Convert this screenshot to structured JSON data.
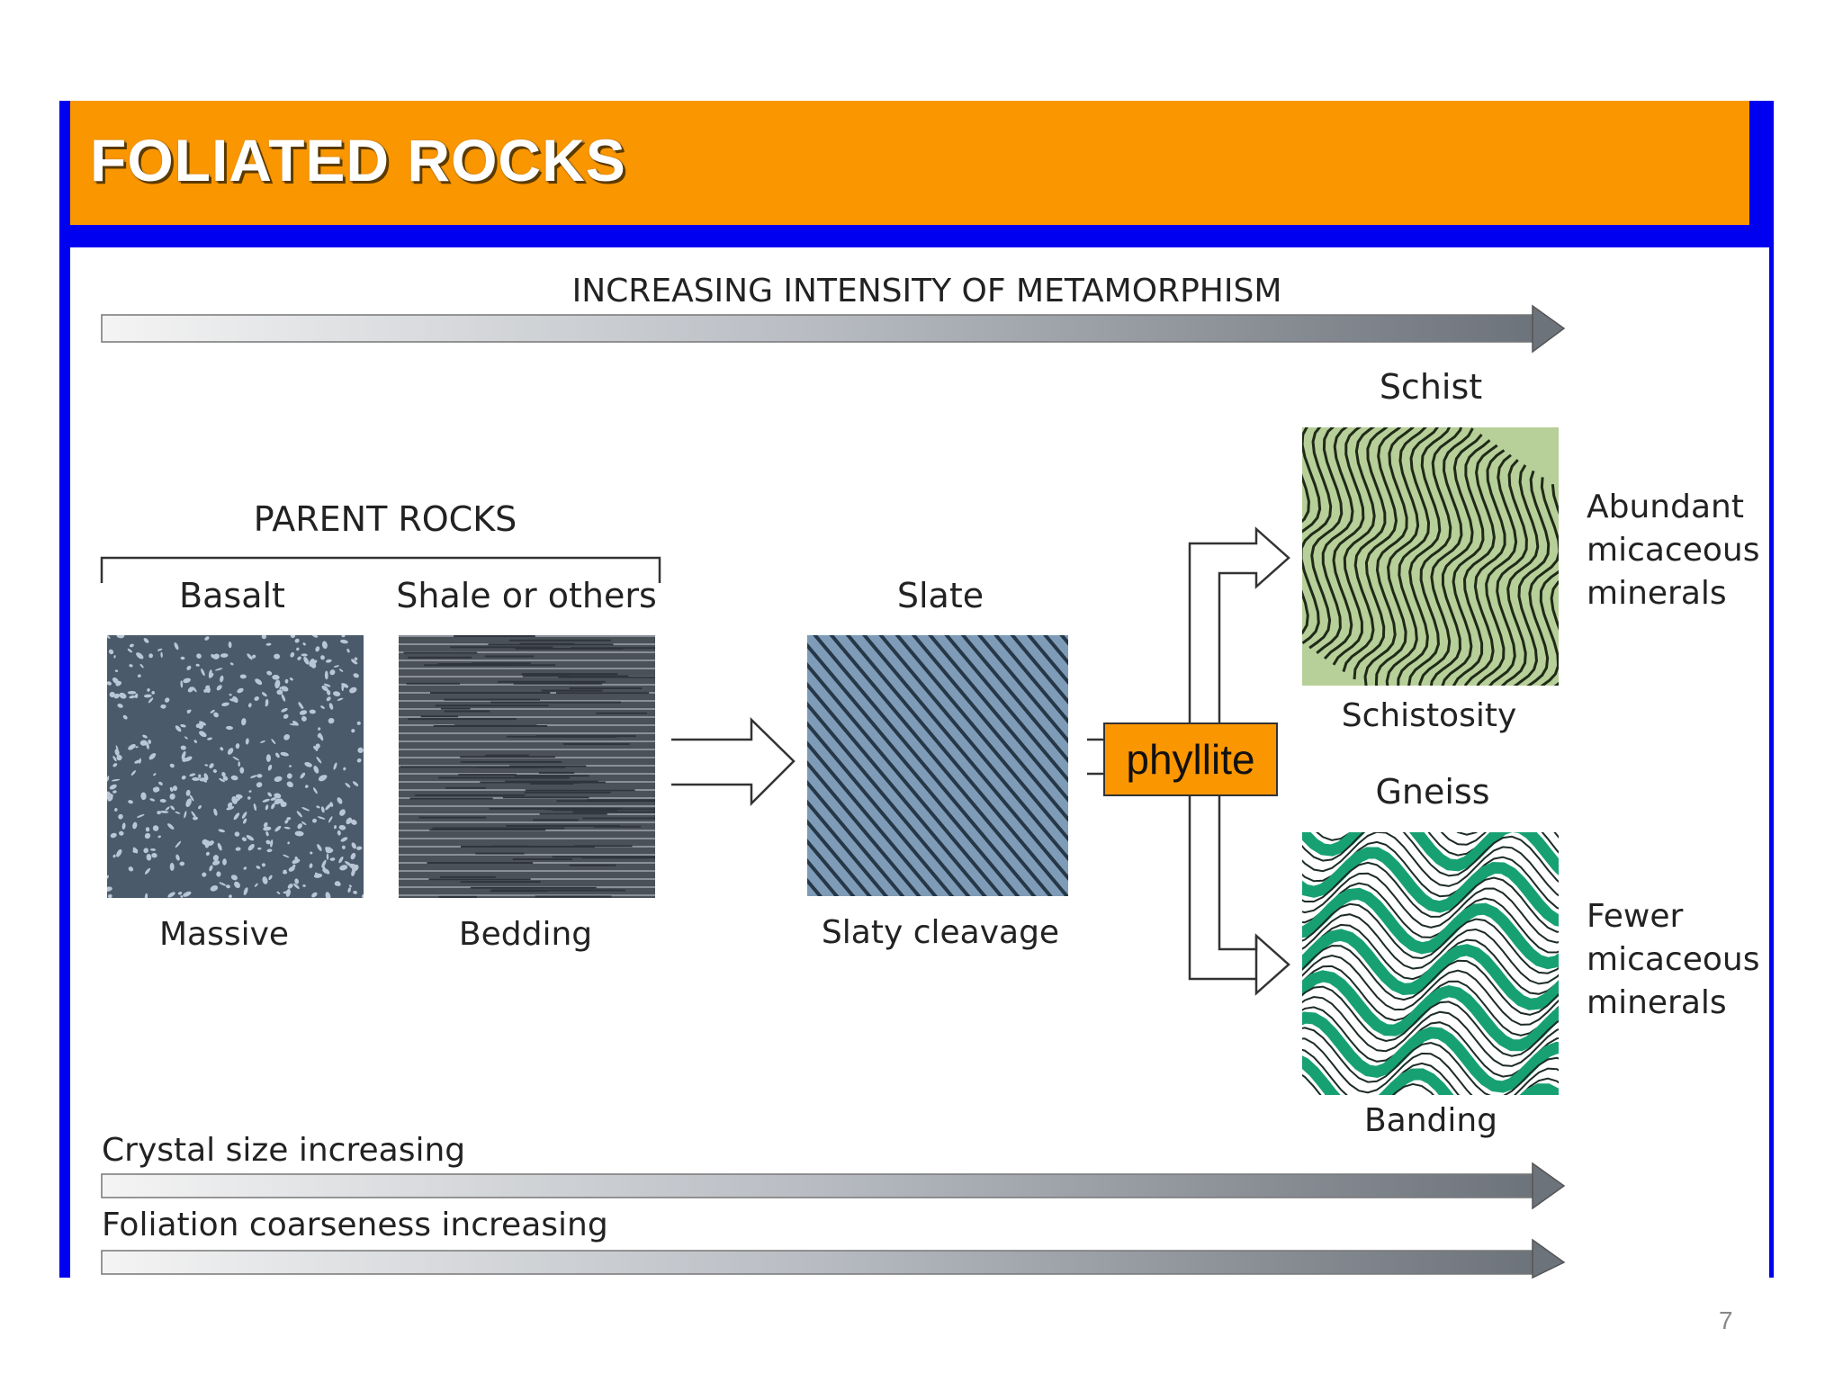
{
  "slide": {
    "title": "FOLIATED ROCKS",
    "page_number": "7"
  },
  "diagram": {
    "top_arrow_label": "INCREASING INTENSITY OF METAMORPHISM",
    "parent_rocks_label": "PARENT ROCKS",
    "rocks": {
      "basalt": {
        "name": "Basalt",
        "texture": "Massive"
      },
      "shale": {
        "name": "Shale or others",
        "texture": "Bedding"
      },
      "slate": {
        "name": "Slate",
        "texture": "Slaty cleavage"
      },
      "schist": {
        "name": "Schist",
        "texture": "Schistosity",
        "note": [
          "Abundant",
          "micaceous",
          "minerals"
        ]
      },
      "gneiss": {
        "name": "Gneiss",
        "texture": "Banding",
        "note": [
          "Fewer",
          "micaceous",
          "minerals"
        ]
      }
    },
    "phyllite_label": "phyllite",
    "bottom_arrows": [
      "Crystal size increasing",
      "Foliation coarseness increasing"
    ]
  },
  "colors": {
    "header": "#fa9600",
    "frame": "#0000f0",
    "basalt": "#4b5a6b",
    "shale": "#50575f",
    "slate": "#7e9cb8",
    "schist": "#b7cf98",
    "gneiss": "#17a173"
  }
}
